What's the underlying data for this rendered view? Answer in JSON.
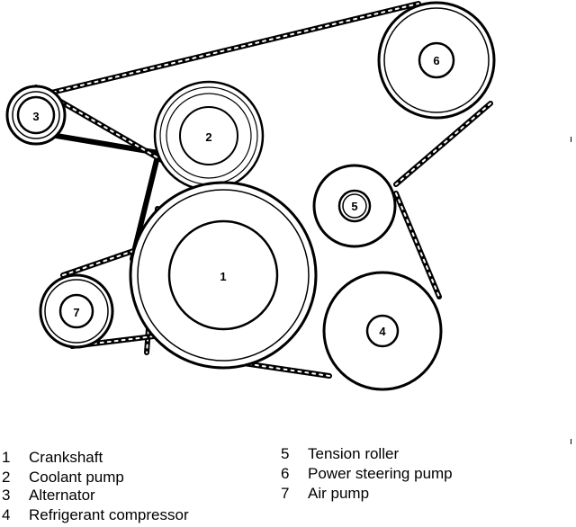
{
  "pulleys": [
    {
      "number": "1",
      "name": "Crankshaft"
    },
    {
      "number": "2",
      "name": "Coolant pump"
    },
    {
      "number": "3",
      "name": "Alternator"
    },
    {
      "number": "4",
      "name": "Refrigerant compressor"
    },
    {
      "number": "5",
      "name": "Tension roller"
    },
    {
      "number": "6",
      "name": "Power steering pump"
    },
    {
      "number": "7",
      "name": "Air pump"
    }
  ],
  "legend_left": [
    {
      "number": "1",
      "label": "Crankshaft"
    },
    {
      "number": "2",
      "label": "Coolant pump"
    },
    {
      "number": "3",
      "label": "Alternator"
    },
    {
      "number": "4",
      "label": "Refrigerant compressor"
    }
  ],
  "legend_right": [
    {
      "number": "5",
      "label": "Tension roller"
    },
    {
      "number": "6",
      "label": "Power steering pump"
    },
    {
      "number": "7",
      "label": "Air pump"
    }
  ],
  "colors": {
    "ink": "#000000",
    "paper": "#ffffff",
    "belt": "#2a2a2a"
  }
}
